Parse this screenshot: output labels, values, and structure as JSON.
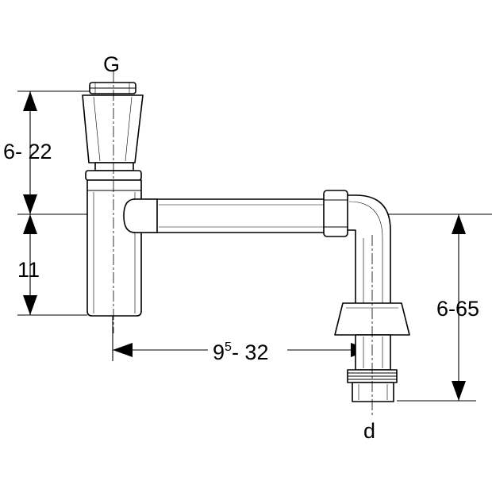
{
  "labels": {
    "thread_top": "G",
    "outlet": "d",
    "height_top": "6- 22",
    "height_mid": "11",
    "height_right": "6-65",
    "horizontal_base": "9",
    "horizontal_sup": "5",
    "horizontal_rest": "- 32"
  },
  "colors": {
    "line": "#000000",
    "fill": "#ffffff"
  }
}
